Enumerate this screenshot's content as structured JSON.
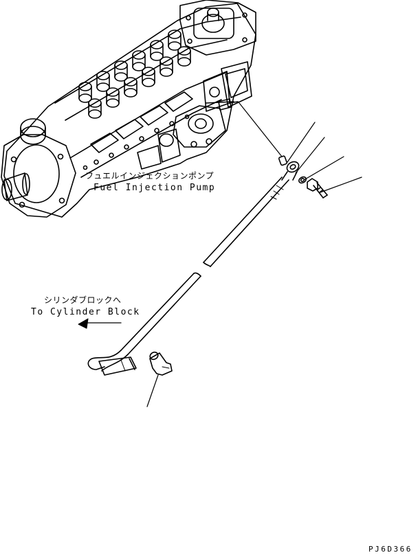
{
  "labels": {
    "pump_jp": "フュエルインジェクションポンプ",
    "pump_en": "Fuel Injection Pump",
    "block_jp": "シリンダブロックへ",
    "block_en": "To Cylinder Block",
    "drawing_code": "PJ6D366"
  },
  "colors": {
    "ink": "#000000",
    "paper": "#ffffff"
  }
}
